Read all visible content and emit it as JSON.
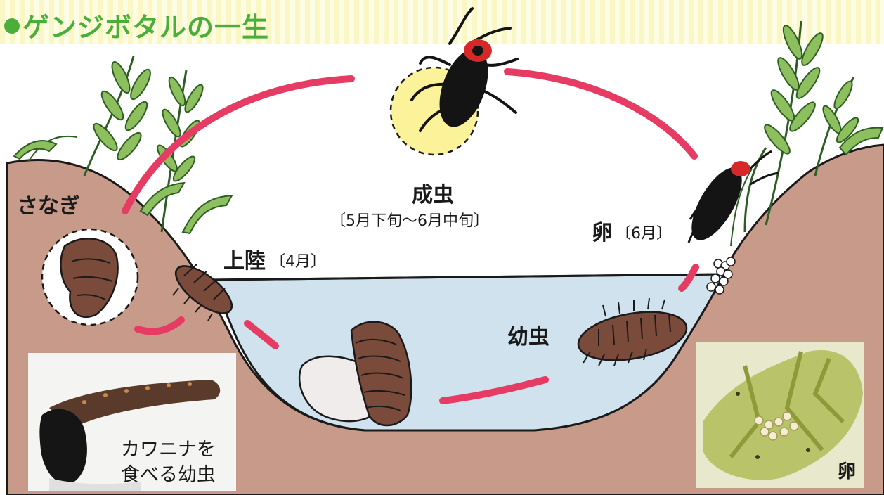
{
  "title": "ゲンジボタルの一生",
  "stages": {
    "adult": {
      "name": "成虫",
      "period": "〔5月下旬～6月中旬〕"
    },
    "egg": {
      "name": "卵",
      "period": "〔6月〕"
    },
    "larva": {
      "name": "幼虫"
    },
    "landing": {
      "name": "上陸",
      "period": "〔4月〕"
    },
    "pupa": {
      "name": "さなぎ"
    }
  },
  "photos": {
    "larva_caption_line1": "カワニナを",
    "larva_caption_line2": "食べる幼虫",
    "egg_caption": "卵"
  },
  "colors": {
    "title": "#4cae3a",
    "banner": "#fbf7c4",
    "ground": "#c89a8a",
    "water": "#cfe2ee",
    "arrow": "#e63c64",
    "glow": "#fbf29a",
    "insect_body": "#141414",
    "insect_head": "#d62828",
    "larva": "#7a4a3a",
    "pupa_shell": "#f0eceb",
    "grass": "#8dbf5e"
  }
}
